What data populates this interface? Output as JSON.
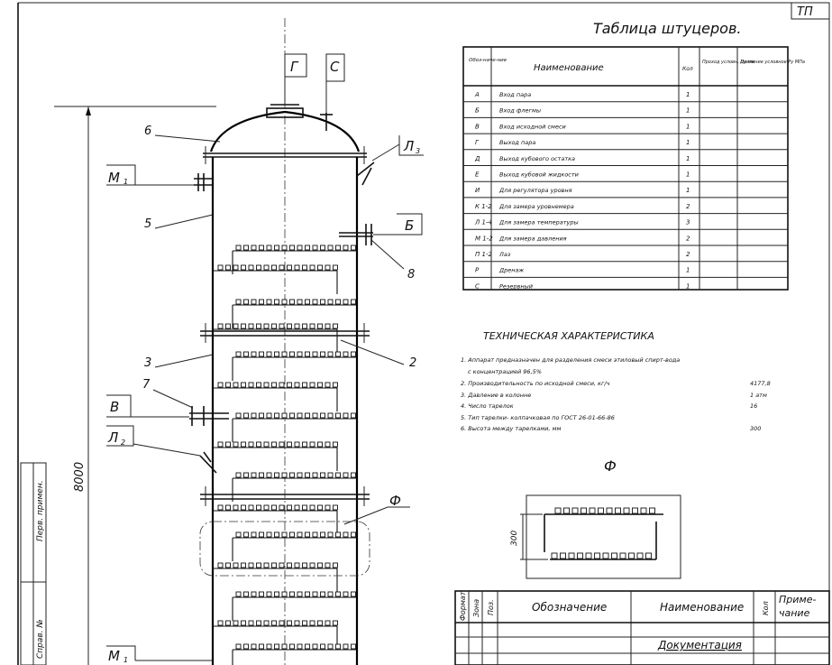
{
  "corner_stamp": "ТП",
  "nozzle_letters": {
    "G": "Г",
    "S": "С",
    "L3": "Л",
    "L3_sub": "3",
    "M1": "М",
    "M1_sub": "1",
    "B": "Б",
    "V": "В",
    "L2": "Л",
    "L2_sub": "2",
    "M2": "М",
    "M2_sub": "1"
  },
  "callouts": {
    "c6": "6",
    "c5": "5",
    "c3": "3",
    "c7": "7",
    "c2": "2",
    "c8": "8",
    "cF": "Ф"
  },
  "height_dim": "8000",
  "side_strip": {
    "perv_primen": "Перв. примен.",
    "sprav_no": "Справ. №"
  },
  "nozzle_table": {
    "title": "Таблица штуцеров.",
    "headers": {
      "designation": "Обоз-наче-ние",
      "name": "Наименование",
      "qty": "Кол",
      "bore": "Проход условн. Dу мм",
      "pressure": "Давление условное Pу МПа"
    },
    "rows": [
      {
        "d": "А",
        "name": "Вход пара",
        "qty": "1"
      },
      {
        "d": "Б",
        "name": "Вход флегмы",
        "qty": "1"
      },
      {
        "d": "В",
        "name": "Вход исходной смеси",
        "qty": "1"
      },
      {
        "d": "Г",
        "name": "Выход пара",
        "qty": "1"
      },
      {
        "d": "Д",
        "name": "Выход кубового остатка",
        "qty": "1"
      },
      {
        "d": "Е",
        "name": "Выход кубовой жидкости",
        "qty": "1"
      },
      {
        "d": "И",
        "name": "Для регулятора уровня",
        "qty": "1"
      },
      {
        "d": "К 1-2",
        "name": "Для замера уровнемера",
        "qty": "2"
      },
      {
        "d": "Л 1-4",
        "name": "Для замера температуры",
        "qty": "3"
      },
      {
        "d": "М 1-2",
        "name": "Для замера давления",
        "qty": "2"
      },
      {
        "d": "П 1-2",
        "name": "Лаз",
        "qty": "2"
      },
      {
        "d": "Р",
        "name": "Дренаж",
        "qty": "1"
      },
      {
        "d": "С",
        "name": "Резервный",
        "qty": "1"
      }
    ]
  },
  "tech": {
    "title": "ТЕХНИЧЕСКАЯ ХАРАКТЕРИСТИКА",
    "items": [
      {
        "text": "1. Аппарат предназначен для разделения смеси этиловый спирт-вода",
        "value": ""
      },
      {
        "text": "с концентрацией 96,5%",
        "value": ""
      },
      {
        "text": "2. Производительность по исходной смеси, кг/ч",
        "value": "4177,8"
      },
      {
        "text": "3. Давление в колонне",
        "value": "1 атм"
      },
      {
        "text": "4. Число тарелок",
        "value": "16"
      },
      {
        "text": "5. Тип тарелки- колпачковая по ГОСТ 26-01-66-86",
        "value": ""
      },
      {
        "text": "6. Высота между тарелками, мм",
        "value": "300"
      }
    ]
  },
  "detail": {
    "title": "Ф",
    "dim": "300"
  },
  "spec": {
    "headers": {
      "format": "Формат",
      "zone": "Зона",
      "pos": "Поз.",
      "designation": "Обозначение",
      "name": "Наименование",
      "qty": "Кол",
      "note": "Приме-чание"
    },
    "section": "Документация"
  }
}
